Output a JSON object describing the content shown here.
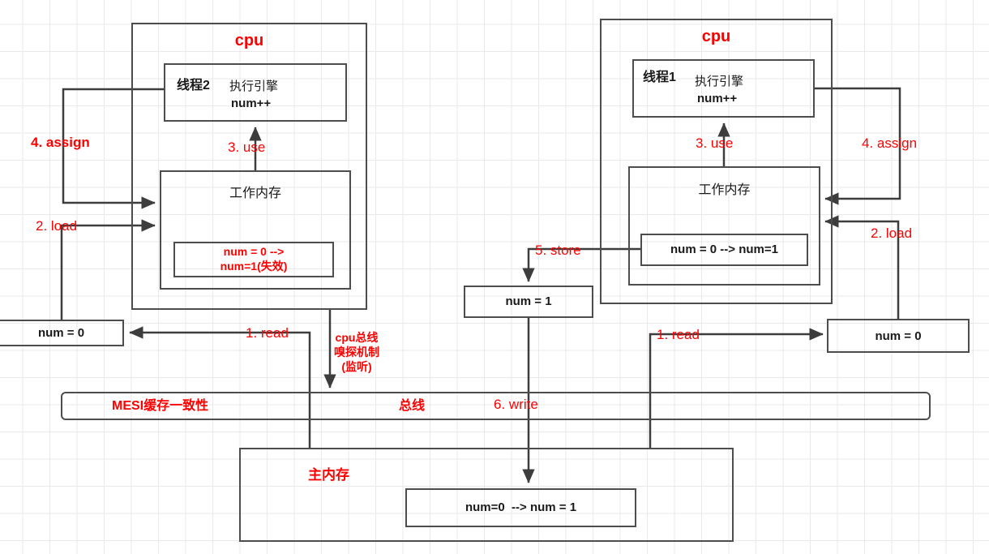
{
  "diagram": {
    "title": "JMM / MESI cache coherence diagram",
    "colors": {
      "accent_red": "#ff0000",
      "line": "#3d3d3d",
      "box_border": "#4d4d4d",
      "grid": "#e9e9e9"
    }
  },
  "cpu_left": {
    "title": "cpu",
    "thread": {
      "name": "线程2",
      "engine": "执行引擎",
      "op": "num++"
    },
    "working_memory": {
      "title": "工作内存",
      "value_line1": "num = 0 -->",
      "value_line2": "num=1(失效)"
    }
  },
  "cpu_right": {
    "title": "cpu",
    "thread": {
      "name": "线程1",
      "engine": "执行引擎",
      "op": "num++"
    },
    "working_memory": {
      "title": "工作内存",
      "value": "num = 0 --> num=1"
    }
  },
  "steps": {
    "read_left": "1. read",
    "read_right": "1. read",
    "load_left": "2. load",
    "load_right": "2. load",
    "use_left": "3. use",
    "use_right": "3. use",
    "assign_left": "4. assign",
    "assign_right": "4. assign",
    "store": "5. store",
    "write": "6. write"
  },
  "snoop_note": {
    "line1": "cpu总线",
    "line2": "嗅探机制",
    "line3": "(监听)"
  },
  "cache_lines": {
    "left_cache": "num = 0",
    "right_cache": "num = 0",
    "store_buffer": "num = 1"
  },
  "bus": {
    "mesi_label": "MESI缓存一致性",
    "bus_label": "总线"
  },
  "main_memory": {
    "title": "主内存",
    "value": "num=0  --> num = 1"
  }
}
